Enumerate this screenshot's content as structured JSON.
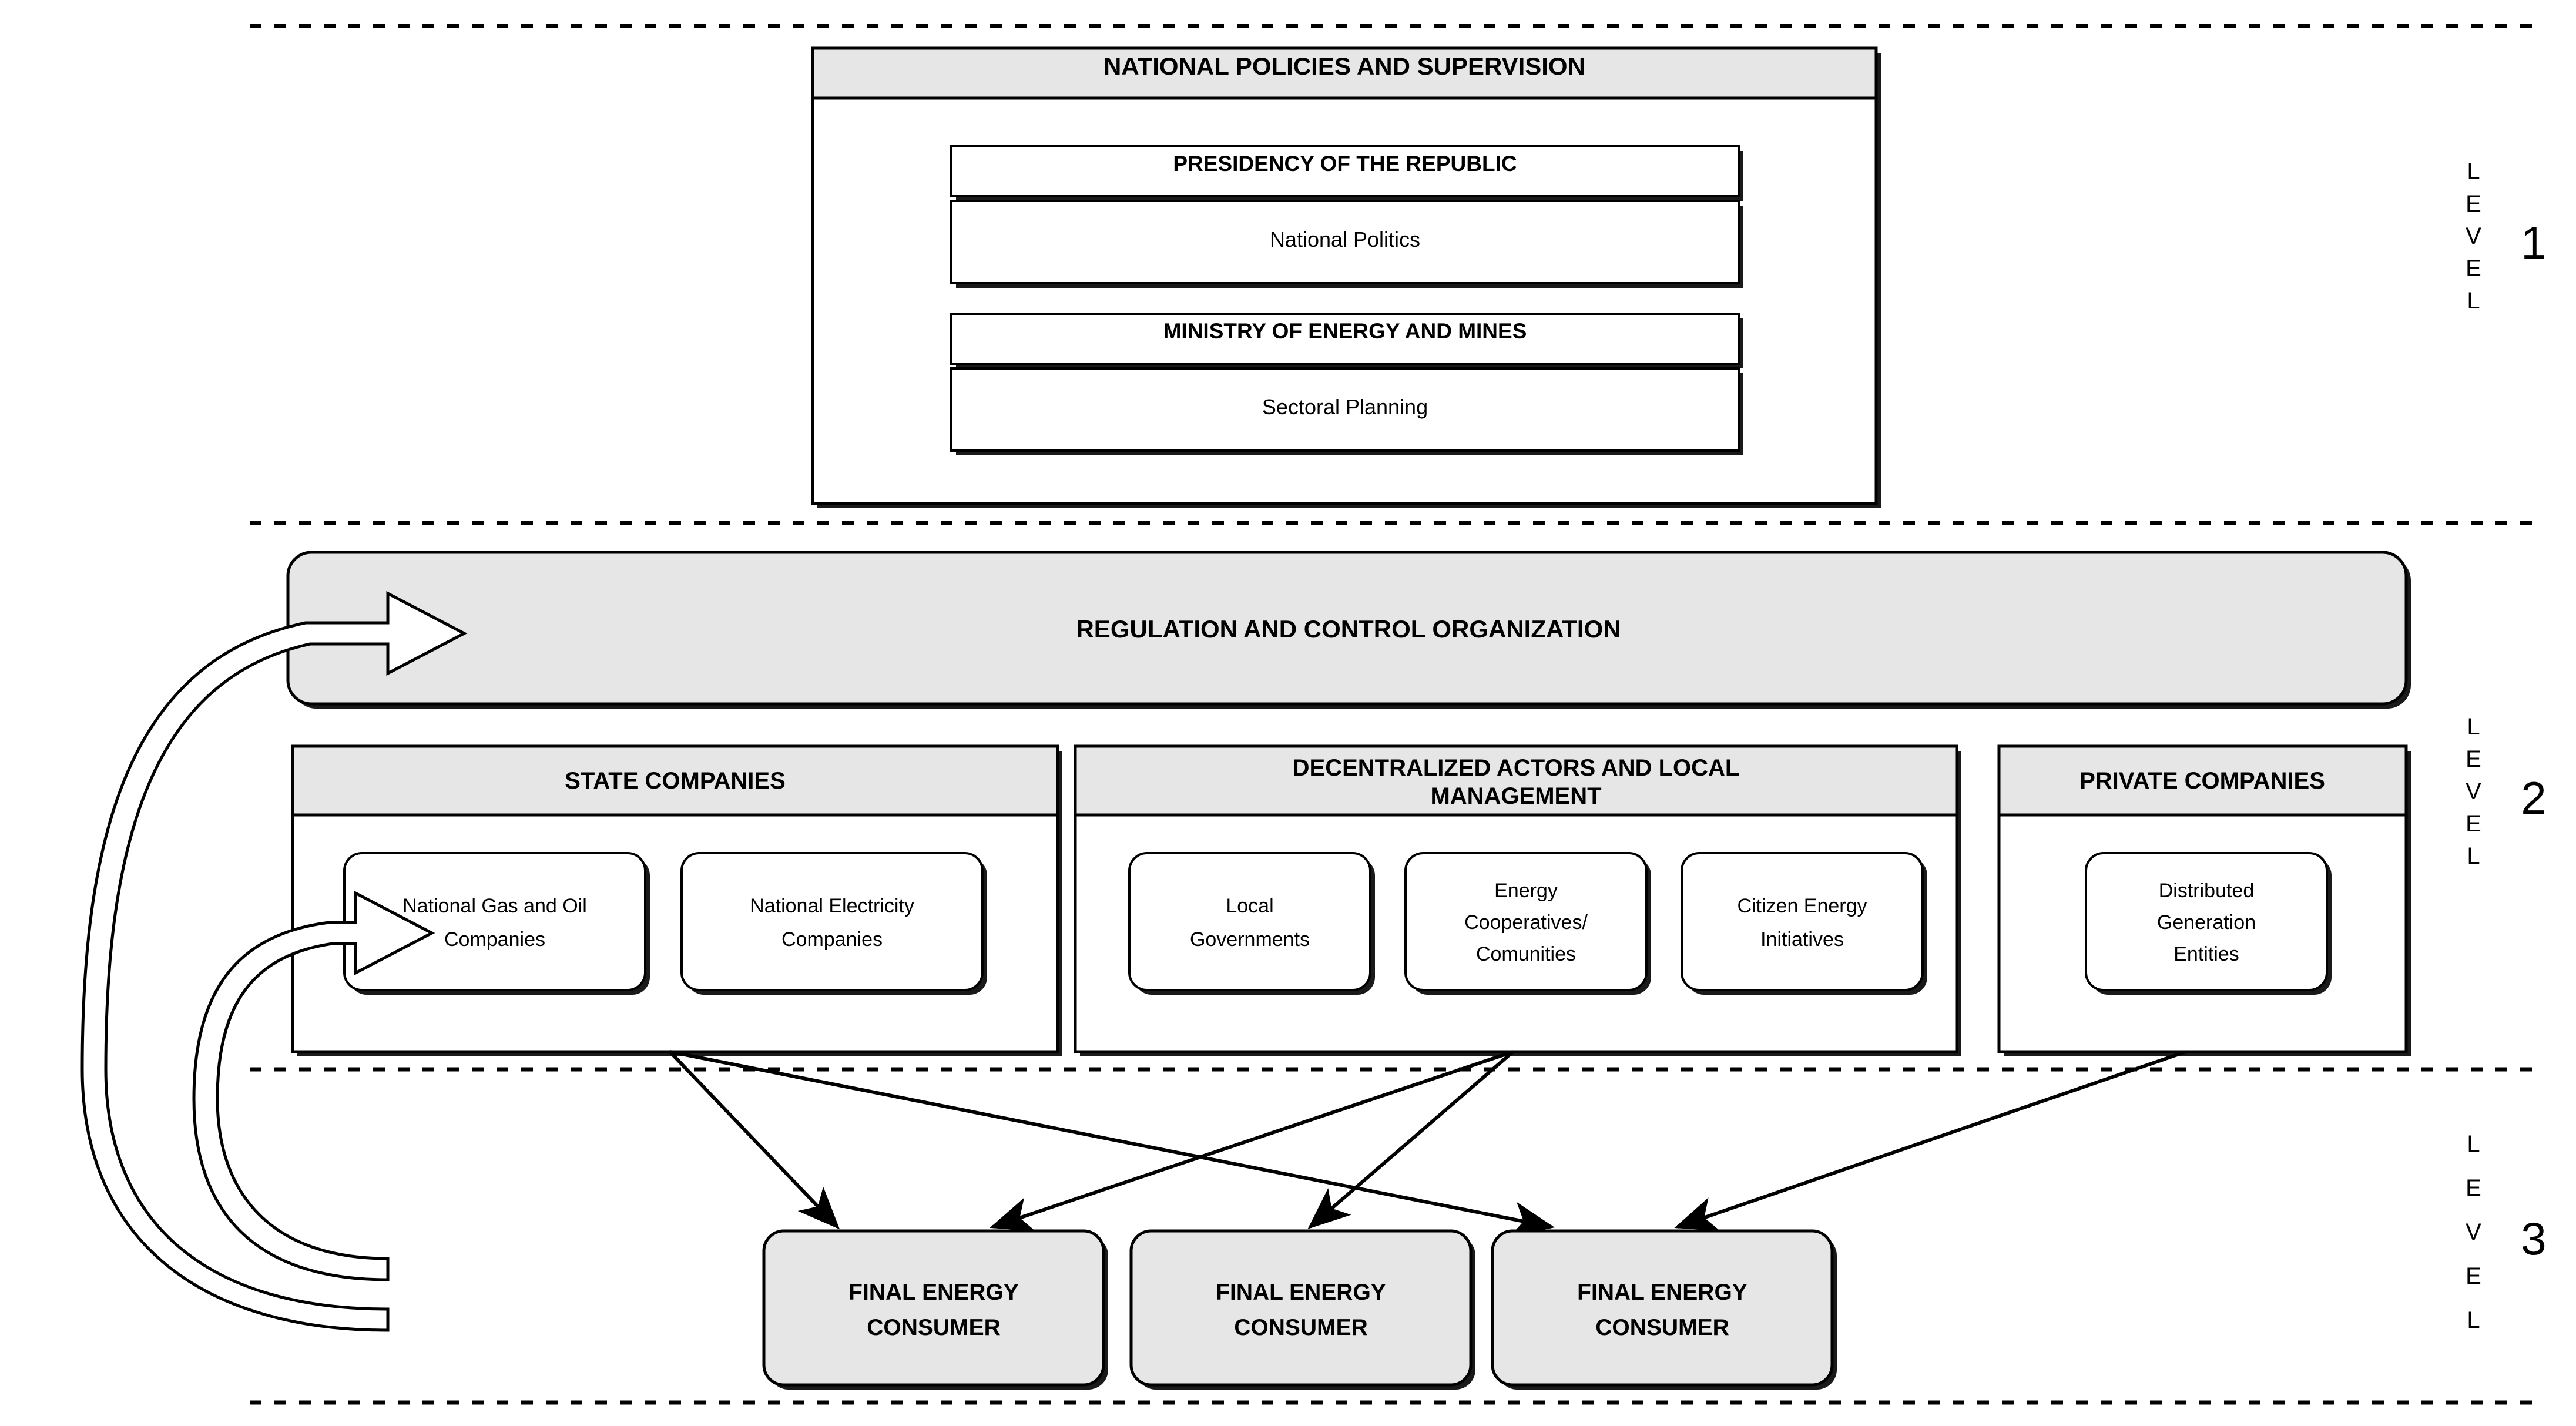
{
  "diagram": {
    "title_semantic": "three-level-energy-governance-structure",
    "colors": {
      "header_fill": "#e6e6e6",
      "box_fill": "#ffffff",
      "consumer_fill": "#e6e6e6",
      "line": "#000000"
    }
  },
  "level1": {
    "panel_header": "NATIONAL POLICIES AND SUPERVISION",
    "blocks": [
      {
        "header": "PRESIDENCY OF THE REPUBLIC",
        "body": "National Politics"
      },
      {
        "header": "MINISTRY OF ENERGY AND MINES",
        "body": "Sectoral Planning"
      }
    ]
  },
  "level2": {
    "regulator": "REGULATION AND  CONTROL ORGANIZATION",
    "groups": [
      {
        "header": "STATE COMPANIES",
        "items": [
          {
            "line1": "National Gas and Oil",
            "line2": "Companies"
          },
          {
            "line1": "National Electricity",
            "line2": "Companies"
          }
        ]
      },
      {
        "header_line1": "DECENTRALIZED ACTORS AND LOCAL",
        "header_line2": "MANAGEMENT",
        "items": [
          {
            "line1": "Local",
            "line2": "Governments"
          },
          {
            "line1": "Energy",
            "line2": "Cooperatives/",
            "line3": "Comunities"
          },
          {
            "line1": "Citizen Energy",
            "line2": "Initiatives"
          }
        ]
      },
      {
        "header": "PRIVATE COMPANIES",
        "items": [
          {
            "line1": "Distributed",
            "line2": "Generation",
            "line3": "Entities"
          }
        ]
      }
    ]
  },
  "level3": {
    "consumers": [
      {
        "line1": "FINAL ENERGY",
        "line2": "CONSUMER"
      },
      {
        "line1": "FINAL ENERGY",
        "line2": "CONSUMER"
      },
      {
        "line1": "FINAL ENERGY",
        "line2": "CONSUMER"
      }
    ]
  },
  "level_labels": [
    {
      "word": "LEVEL",
      "letters": [
        "L",
        "E",
        "V",
        "E",
        "L"
      ],
      "number": "1"
    },
    {
      "word": "LEVEL",
      "letters": [
        "L",
        "E",
        "V",
        "E",
        "L"
      ],
      "number": "2"
    },
    {
      "word": "LEVEL",
      "letters": [
        "L",
        "E",
        "V",
        "E",
        "L"
      ],
      "number": "3"
    }
  ]
}
